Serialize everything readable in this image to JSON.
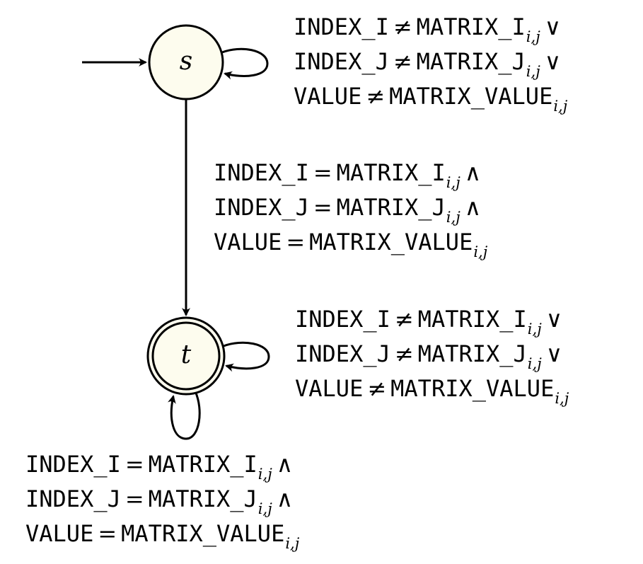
{
  "states": [
    {
      "id": "s",
      "label": "s",
      "accepting": false,
      "initial": true
    },
    {
      "id": "t",
      "label": "t",
      "accepting": true,
      "initial": false
    }
  ],
  "colors": {
    "state_fill": "#fdfcee",
    "stroke": "#000000"
  },
  "subscript": "i,j",
  "labels": {
    "s_self": {
      "lines": [
        {
          "lhs": "INDEX_I",
          "op": "≠",
          "rhs": "MATRIX_I",
          "conn": "∨"
        },
        {
          "lhs": "INDEX_J",
          "op": "≠",
          "rhs": "MATRIX_J",
          "conn": "∨"
        },
        {
          "lhs": "VALUE",
          "op": "≠",
          "rhs": "MATRIX_VALUE",
          "conn": ""
        }
      ]
    },
    "s_to_t": {
      "lines": [
        {
          "lhs": "INDEX_I",
          "op": "=",
          "rhs": "MATRIX_I",
          "conn": "∧"
        },
        {
          "lhs": "INDEX_J",
          "op": "=",
          "rhs": "MATRIX_J",
          "conn": "∧"
        },
        {
          "lhs": "VALUE",
          "op": "=",
          "rhs": "MATRIX_VALUE",
          "conn": ""
        }
      ]
    },
    "t_self_right": {
      "lines": [
        {
          "lhs": "INDEX_I",
          "op": "≠",
          "rhs": "MATRIX_I",
          "conn": "∨"
        },
        {
          "lhs": "INDEX_J",
          "op": "≠",
          "rhs": "MATRIX_J",
          "conn": "∨"
        },
        {
          "lhs": "VALUE",
          "op": "≠",
          "rhs": "MATRIX_VALUE",
          "conn": ""
        }
      ]
    },
    "t_self_bottom": {
      "lines": [
        {
          "lhs": "INDEX_I",
          "op": "=",
          "rhs": "MATRIX_I",
          "conn": "∧"
        },
        {
          "lhs": "INDEX_J",
          "op": "=",
          "rhs": "MATRIX_J",
          "conn": "∧"
        },
        {
          "lhs": "VALUE",
          "op": "=",
          "rhs": "MATRIX_VALUE",
          "conn": ""
        }
      ]
    }
  }
}
